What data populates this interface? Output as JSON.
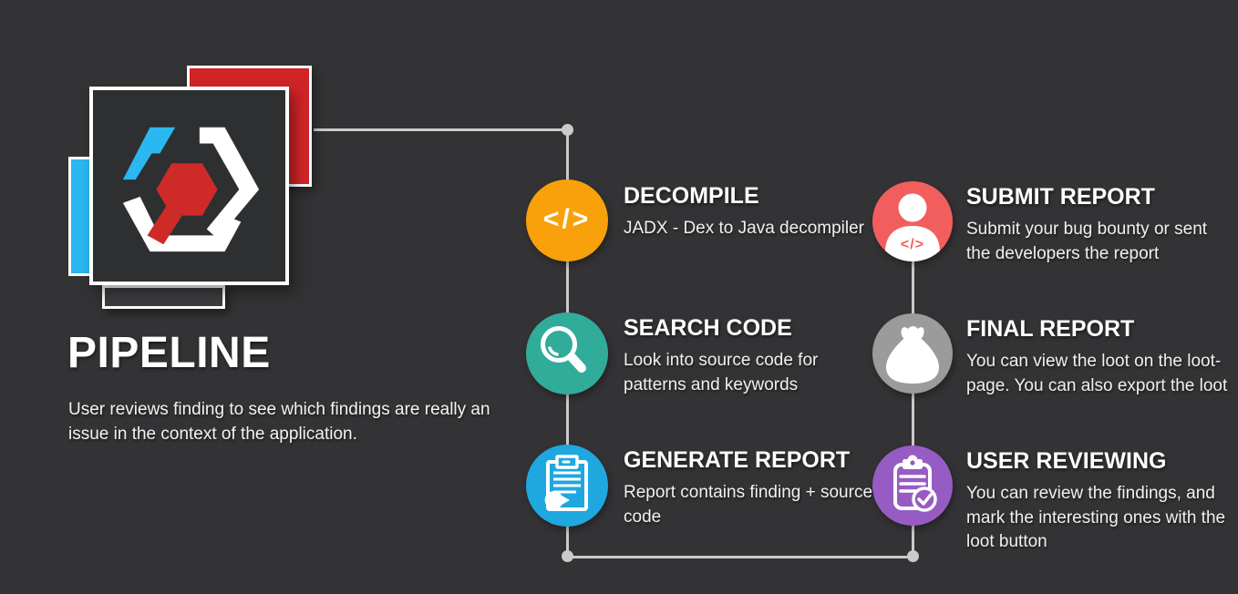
{
  "canvas": {
    "background": "#333234"
  },
  "connectors": {
    "color": "#CBCBCB"
  },
  "logo": {
    "name": "app-logo",
    "colors": {
      "red_square": "#D02427",
      "cyan_bar": "#2BB7F0",
      "tile_fill": "#2E2F31",
      "bottom_bar_fill": "#3B3C3E",
      "hex_white": "#FFFFFF",
      "hex_cyan": "#2BB7F0",
      "hex_red": "#CE2B28"
    }
  },
  "header": {
    "title": "PIPELINE",
    "description": "User reviews finding to see which findings are really an issue in the context of the application."
  },
  "steps": [
    {
      "id": "decompile",
      "title": "DECOMPILE",
      "description": "JADX - Dex to Java decompiler",
      "color": "#F9A10A",
      "icon": "code-icon",
      "glyph": "</>"
    },
    {
      "id": "search-code",
      "title": "SEARCH CODE",
      "description": "Look into source code for patterns and keywords",
      "color": "#31AB9A",
      "icon": "search-icon"
    },
    {
      "id": "generate-report",
      "title": "GENERATE REPORT",
      "description": "Report contains finding + source code",
      "color": "#1FA7E0",
      "icon": "report-pie-icon"
    },
    {
      "id": "submit-report",
      "title": "SUBMIT REPORT",
      "description": "Submit your bug bounty or sent the developers the report",
      "color": "#F25E5E",
      "icon": "developer-icon",
      "glyph": "</>"
    },
    {
      "id": "final-report",
      "title": "FINAL REPORT",
      "description": "You can view the loot on the loot-page. You can also export the loot",
      "color": "#9B9B9B",
      "icon": "loot-bag-icon"
    },
    {
      "id": "user-reviewing",
      "title": "USER REVIEWING",
      "description": "You can review the findings, and mark the interesting ones with the loot button",
      "color": "#975CC4",
      "icon": "review-checklist-icon"
    }
  ]
}
